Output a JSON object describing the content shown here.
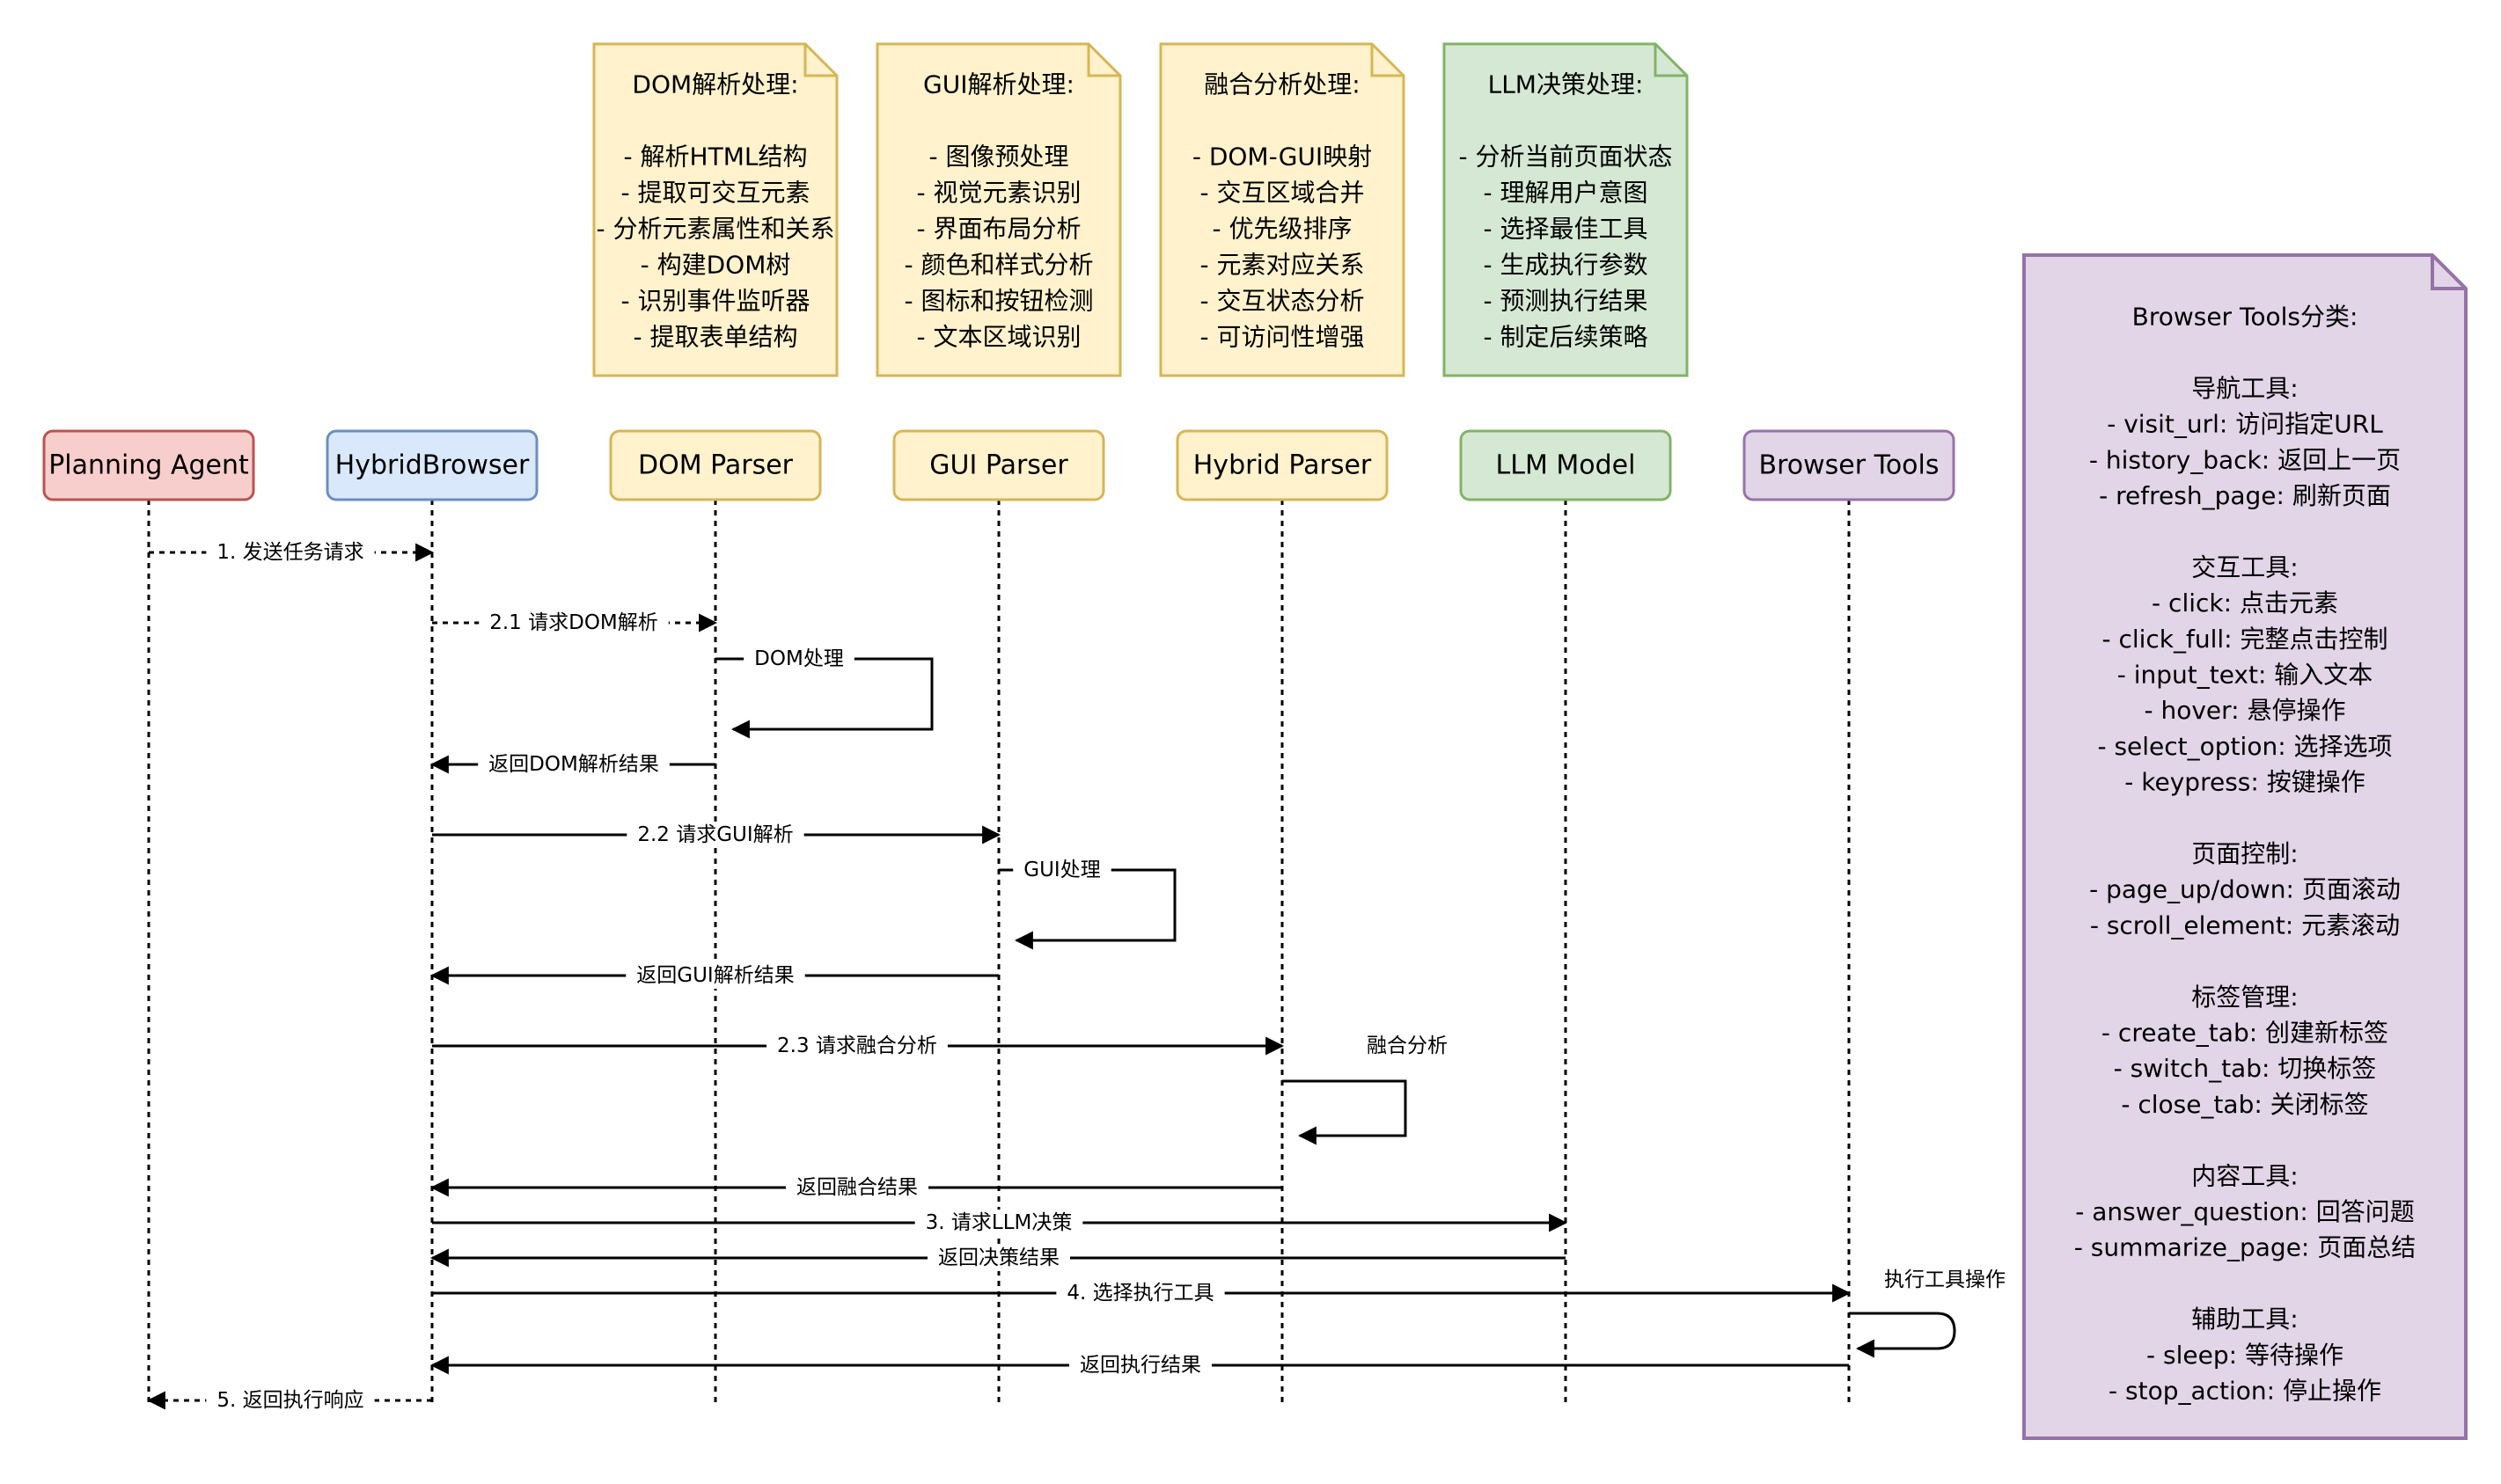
{
  "colors": {
    "red_fill": "#f8cecc",
    "red_stroke": "#b85450",
    "blue_fill": "#dae8fc",
    "blue_stroke": "#6c8ebf",
    "yellow_fill": "#fff2cc",
    "yellow_stroke": "#d6b656",
    "green_fill": "#d5e8d4",
    "green_stroke": "#82b366",
    "purple_fill": "#e1d5e7",
    "purple_stroke": "#9673a6"
  },
  "actors": [
    {
      "id": "planning",
      "label": "Planning Agent"
    },
    {
      "id": "hybrid_browser",
      "label": "HybridBrowser"
    },
    {
      "id": "dom",
      "label": "DOM Parser"
    },
    {
      "id": "gui",
      "label": "GUI Parser"
    },
    {
      "id": "hybrid_parser",
      "label": "Hybrid Parser"
    },
    {
      "id": "llm",
      "label": "LLM Model"
    },
    {
      "id": "tools",
      "label": "Browser Tools"
    }
  ],
  "notes": [
    {
      "id": "dom",
      "lines": [
        "DOM解析处理:",
        "",
        "- 解析HTML结构",
        "- 提取可交互元素",
        "- 分析元素属性和关系",
        "- 构建DOM树",
        "- 识别事件监听器",
        "- 提取表单结构"
      ]
    },
    {
      "id": "gui",
      "lines": [
        "GUI解析处理:",
        "",
        "- 图像预处理",
        "- 视觉元素识别",
        "- 界面布局分析",
        "- 颜色和样式分析",
        "- 图标和按钮检测",
        "- 文本区域识别"
      ]
    },
    {
      "id": "fusion",
      "lines": [
        "融合分析处理:",
        "",
        "- DOM-GUI映射",
        "- 交互区域合并",
        "- 优先级排序",
        "- 元素对应关系",
        "- 交互状态分析",
        "- 可访问性增强"
      ]
    },
    {
      "id": "llm",
      "lines": [
        "LLM决策处理:",
        "",
        "- 分析当前页面状态",
        "- 理解用户意图",
        "- 选择最佳工具",
        "- 生成执行参数",
        "- 预测执行结果",
        "- 制定后续策略"
      ]
    }
  ],
  "messages": [
    {
      "id": "m1",
      "label": "1. 发送任务请求"
    },
    {
      "id": "m21",
      "label": "2.1 请求DOM解析"
    },
    {
      "id": "s_dom",
      "label": "DOM处理"
    },
    {
      "id": "r_dom",
      "label": "返回DOM解析结果"
    },
    {
      "id": "m22",
      "label": "2.2 请求GUI解析"
    },
    {
      "id": "s_gui",
      "label": "GUI处理"
    },
    {
      "id": "r_gui",
      "label": "返回GUI解析结果"
    },
    {
      "id": "m23",
      "label": "2.3 请求融合分析"
    },
    {
      "id": "s_fusion",
      "label": "融合分析"
    },
    {
      "id": "r_fusion",
      "label": "返回融合结果"
    },
    {
      "id": "m3",
      "label": "3. 请求LLM决策"
    },
    {
      "id": "r_llm",
      "label": "返回决策结果"
    },
    {
      "id": "m4",
      "label": "4. 选择执行工具"
    },
    {
      "id": "s_tools",
      "label": "执行工具操作"
    },
    {
      "id": "r_exec",
      "label": "返回执行结果"
    },
    {
      "id": "m5",
      "label": "5. 返回执行响应"
    }
  ],
  "tools_note": {
    "lines": [
      "Browser Tools分类:",
      "",
      "导航工具:",
      "- visit_url: 访问指定URL",
      "- history_back: 返回上一页",
      "- refresh_page: 刷新页面",
      "",
      "交互工具:",
      "- click: 点击元素",
      "- click_full: 完整点击控制",
      "- input_text: 输入文本",
      "- hover: 悬停操作",
      "- select_option: 选择选项",
      "- keypress: 按键操作",
      "",
      "页面控制:",
      "- page_up/down: 页面滚动",
      "- scroll_element: 元素滚动",
      "",
      "标签管理:",
      "- create_tab: 创建新标签",
      "- switch_tab: 切换标签",
      "- close_tab: 关闭标签",
      "",
      "内容工具:",
      "- answer_question: 回答问题",
      "- summarize_page: 页面总结",
      "",
      "辅助工具:",
      "- sleep: 等待操作",
      "- stop_action: 停止操作"
    ]
  }
}
